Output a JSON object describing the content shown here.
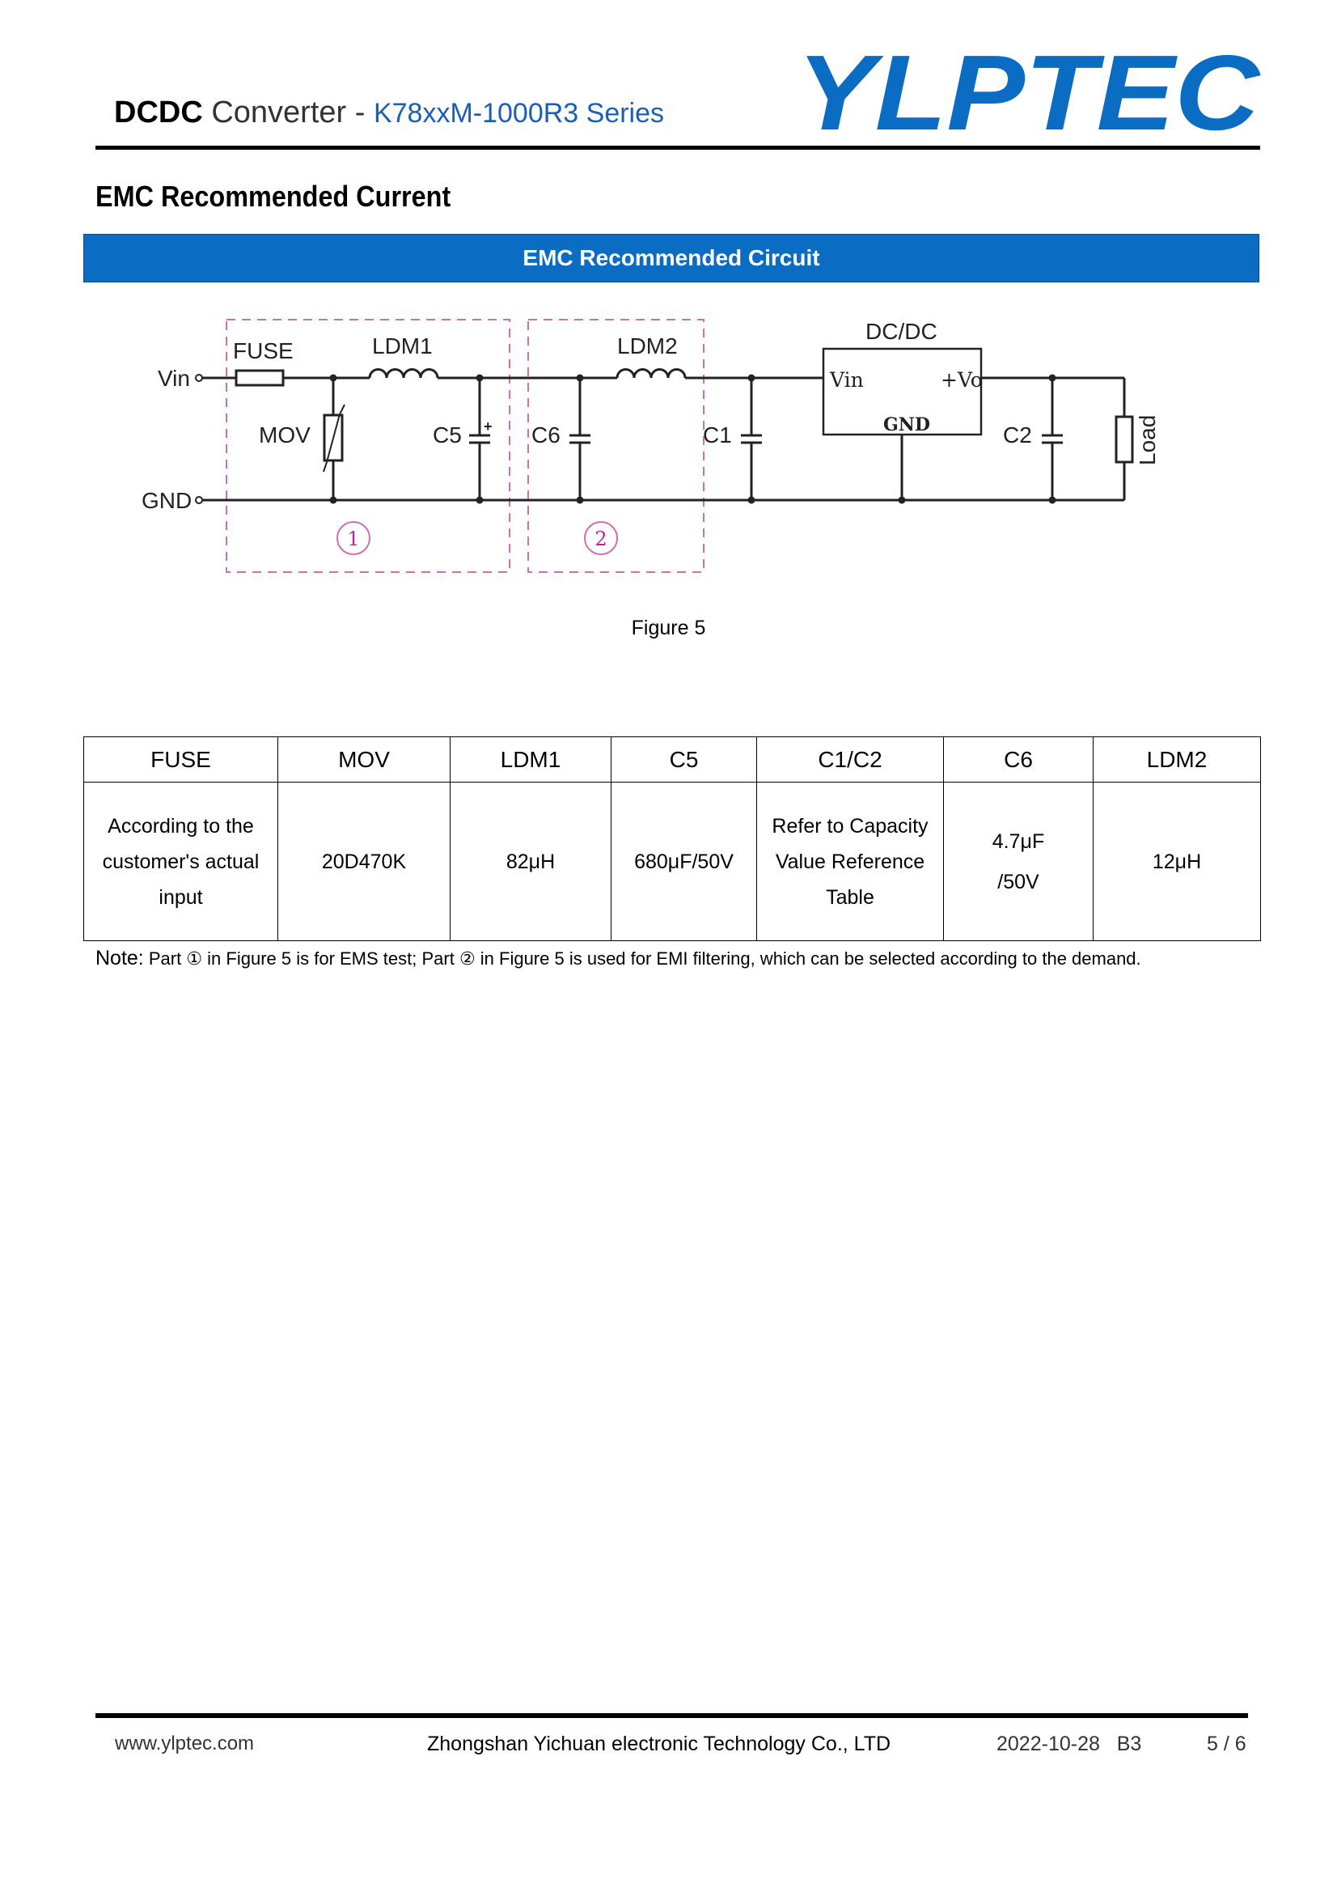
{
  "header": {
    "title_bold": "DCDC",
    "title_mid": " Converter - ",
    "series": "K78xxM-1000R3 Series",
    "logo_text": "YLPTEC",
    "brand_color": "#0a6cc2"
  },
  "section_title": "EMC Recommended Current",
  "banner": "EMC Recommended Circuit",
  "circuit": {
    "labels": {
      "vin": "Vin",
      "gnd": "GND",
      "fuse": "FUSE",
      "ldm1": "LDM1",
      "ldm2": "LDM2",
      "mov": "MOV",
      "c5": "C5",
      "c6": "C6",
      "c1": "C1",
      "c2": "C2",
      "dcdc": "DC/DC",
      "mod_vin": "Vin",
      "mod_vo": "+Vo",
      "mod_gnd": "GND",
      "load": "Load",
      "plus": "+",
      "part1": "1",
      "part2": "2"
    }
  },
  "figure_caption": "Figure 5",
  "table": {
    "headers": [
      "FUSE",
      "MOV",
      "LDM1",
      "C5",
      "C1/C2",
      "C6",
      "LDM2"
    ],
    "row": [
      [
        "According to the",
        "customer's actual",
        "input"
      ],
      [
        "20D470K"
      ],
      [
        "82μH"
      ],
      [
        "680μF/50V"
      ],
      [
        "Refer to Capacity",
        "Value Reference",
        "Table"
      ],
      [
        "4.7μF",
        "/50V"
      ],
      [
        "12μH"
      ]
    ]
  },
  "note": {
    "label": "Note:",
    "text": " Part ① in Figure 5 is for EMS test; Part ② in Figure 5 is used for EMI filtering, which can be selected according to the demand."
  },
  "footer": {
    "website": "www.ylptec.com",
    "company": "Zhongshan Yichuan electronic Technology Co., LTD",
    "date_rev": "2022-10-28   B3",
    "page": "5 / 6"
  }
}
